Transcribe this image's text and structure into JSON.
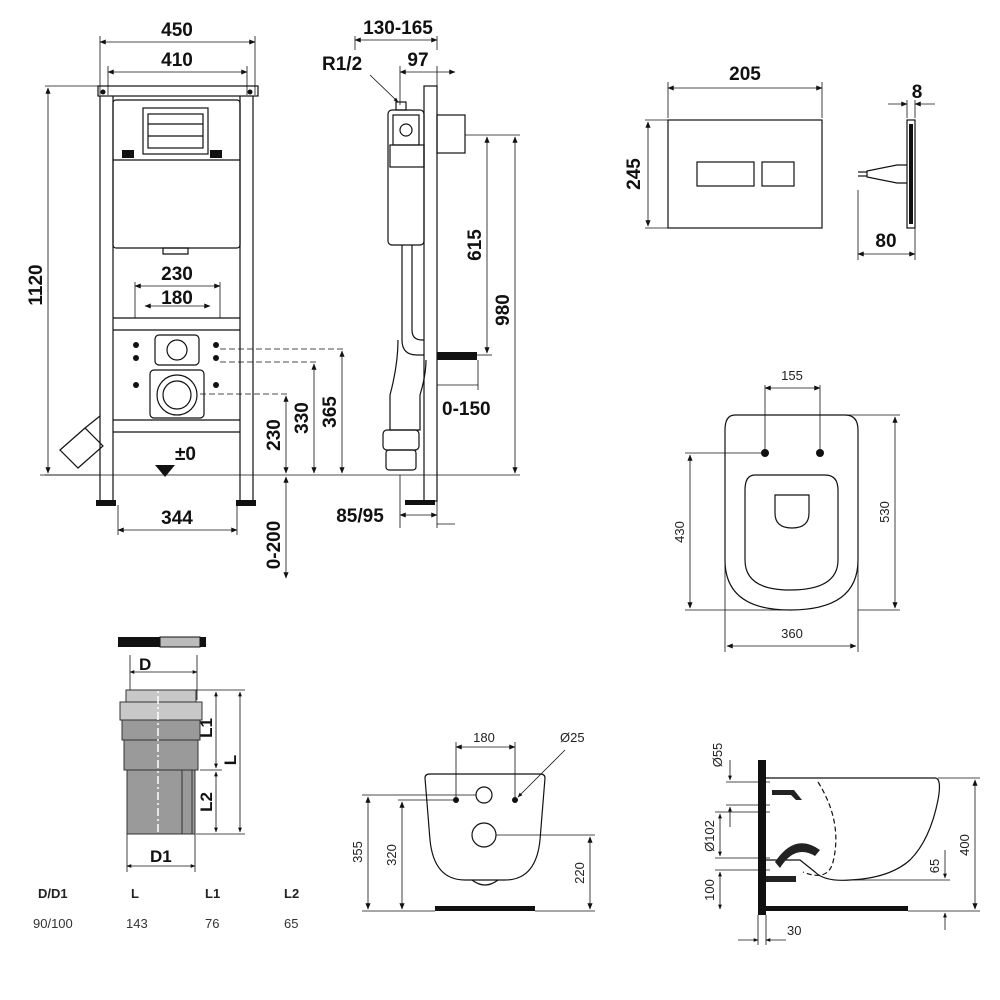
{
  "frame_front": {
    "width_450": "450",
    "width_410": "410",
    "height_1120": "1120",
    "dim_230_top": "230",
    "dim_180_top": "180",
    "zero_mark": "±0",
    "dim_344": "344",
    "dim_230_side": "230",
    "dim_330": "330",
    "dim_365": "365",
    "dim_0_200": "0-200"
  },
  "frame_side": {
    "depth_130_165": "130-165",
    "r12": "R1/2",
    "dim_97": "97",
    "dim_615": "615",
    "dim_980": "980",
    "dim_0_150": "0-150",
    "dim_85_95": "85/95"
  },
  "flush_plate": {
    "width_205": "205",
    "height_245": "245",
    "thickness_8": "8",
    "depth_80": "80"
  },
  "toilet_top": {
    "dim_155": "155",
    "dim_430": "430",
    "dim_530": "530",
    "dim_360": "360"
  },
  "pipe": {
    "label_d": "D",
    "label_d1": "D1",
    "label_l1": "L1",
    "label_l": "L",
    "label_l2": "L2",
    "table_headers": [
      "D/D1",
      "L",
      "L1",
      "L2"
    ],
    "table_values": [
      "90/100",
      "143",
      "76",
      "65"
    ]
  },
  "toilet_front": {
    "dim_180": "180",
    "dim_d25": "Ø25",
    "dim_355": "355",
    "dim_320": "320",
    "dim_220": "220"
  },
  "toilet_side": {
    "dim_d55": "Ø55",
    "dim_d102": "Ø102",
    "dim_100": "100",
    "dim_30": "30",
    "dim_65": "65",
    "dim_400": "400"
  }
}
